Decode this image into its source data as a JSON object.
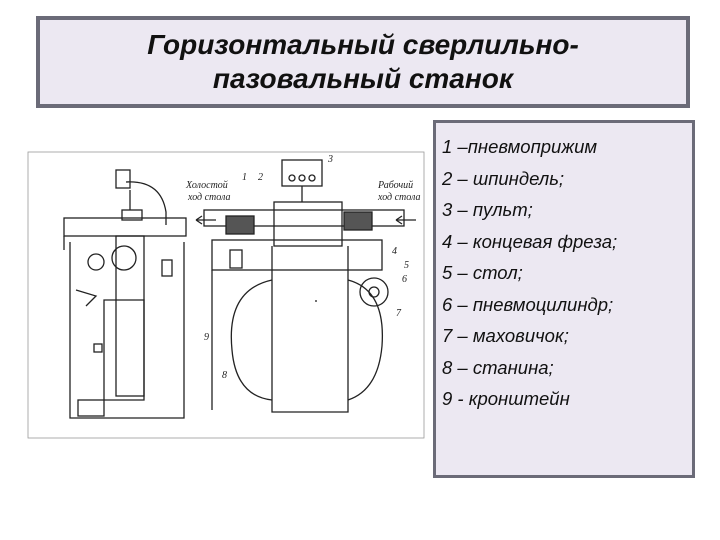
{
  "title": {
    "line1": "Горизонтальный сверлильно-",
    "line2": "пазовальный станок"
  },
  "figure": {
    "labels": {
      "idle": [
        "Холостой",
        "ход стола"
      ],
      "work": [
        "Рабочий",
        "ход стола"
      ],
      "numbers": [
        "1",
        "2",
        "3",
        "4",
        "5",
        "6",
        "7",
        "8",
        "9"
      ]
    }
  },
  "legend": [
    "1 –пневмоприжим",
    "2 – шпиндель;",
    "3 – пульт;",
    "4 – концевая фреза;",
    "5 – стол;",
    "6 – пневмоцилиндр;",
    "7 – маховичок;",
    "8 – станина;",
    "9 - кронштейн"
  ]
}
